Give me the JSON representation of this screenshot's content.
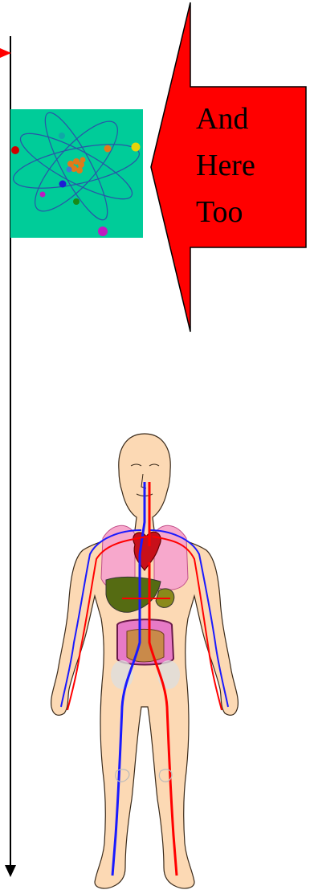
{
  "callout": {
    "lines": [
      "And",
      "Here",
      "Too"
    ],
    "fill_color": "#ff0000"
  },
  "atom_tile": {
    "background_color": "#00cc99",
    "icon": "atom-icon"
  },
  "anatomy": {
    "icon": "human-circulatory-system-icon",
    "skin_color": "#fcd9b4",
    "vein_color": "#1a1aff",
    "artery_color": "#ff0000"
  },
  "timeline": {
    "icon": "vertical-arrow-icon",
    "marker_color": "#ff0000"
  }
}
